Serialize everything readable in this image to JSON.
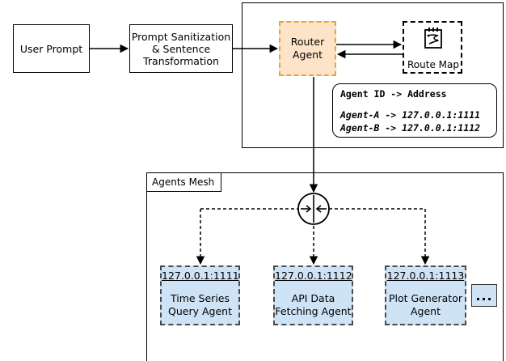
{
  "nodes": {
    "user_prompt": "User Prompt",
    "sanitization": [
      "Prompt Sanitization",
      "& Sentence",
      "Transformation"
    ],
    "router": [
      "Router",
      "Agent"
    ],
    "route_map": "Route Map"
  },
  "address_table": {
    "header": "Agent ID -> Address",
    "rows": [
      "Agent-A -> 127.0.0.1:1111",
      "Agent-B -> 127.0.0.1:1112"
    ]
  },
  "mesh": {
    "label": "Agents Mesh",
    "agents": [
      {
        "ip": "127.0.0.1:1111",
        "name": [
          "Time Series",
          "Query Agent"
        ]
      },
      {
        "ip": "127.0.0.1:1112",
        "name": [
          "API Data",
          "Fetching Agent"
        ]
      },
      {
        "ip": "127.0.0.1:1113",
        "name": [
          "Plot Generator",
          "Agent"
        ]
      }
    ],
    "more": "..."
  },
  "icons": [
    "route-map-icon",
    "mesh-switch-icon"
  ]
}
